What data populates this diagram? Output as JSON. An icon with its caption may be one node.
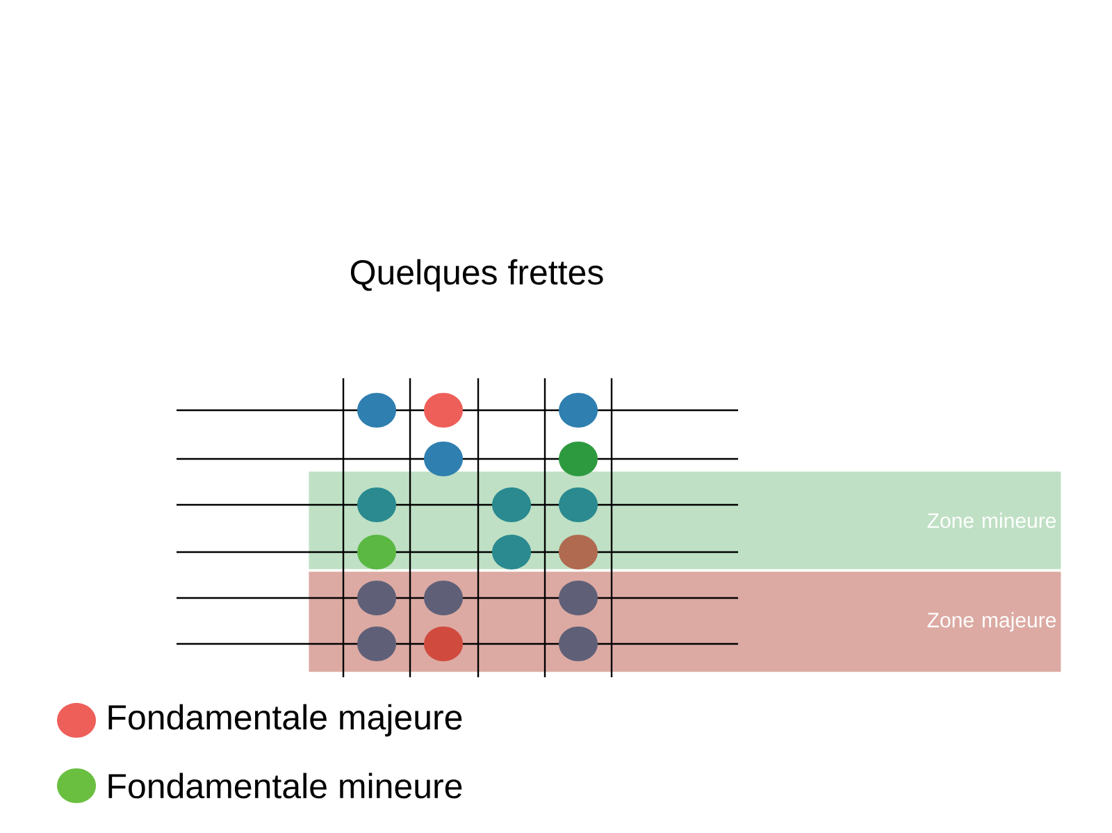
{
  "diagram": {
    "title": "Quelques frettes",
    "nodes": [
      {
        "text": [
          "Zone mineure"
        ]
      },
      {
        "text": [
          "Zone majeure"
        ]
      }
    ],
    "legend": [
      {
        "text": "Fondamentale majeure",
        "color": "#ee5f5a"
      },
      {
        "text": "Fondamentale mineure",
        "color": "#6abf40"
      }
    ]
  }
}
